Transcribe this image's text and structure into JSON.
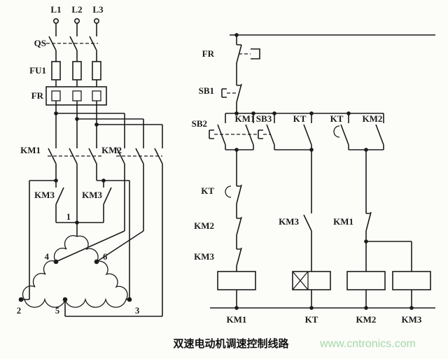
{
  "caption": "双速电动机调速控制线路",
  "watermark": "www.cntronics.com",
  "colors": {
    "line": "#1b1b1b",
    "watermark": "#a4d9aa",
    "background": "#fcfcf9"
  },
  "power_circuit": {
    "phase_l1": "L1",
    "phase_l2": "L2",
    "phase_l3": "L3",
    "isolator": "QS",
    "fuse": "FU1",
    "thermal_relay": "FR",
    "contactor_km1": "KM1",
    "contactor_km2": "KM2",
    "contactor_km3_a": "KM3",
    "contactor_km3_b": "KM3",
    "terminal_1": "1",
    "terminal_2": "2",
    "terminal_3": "3",
    "terminal_4": "4",
    "terminal_5": "5",
    "terminal_6": "6"
  },
  "control_circuit": {
    "thermal_contact": "FR",
    "stop_button": "SB1",
    "start_low_button": "SB2",
    "km1_seal_contact": "KM1",
    "start_high_button": "SB3",
    "kt_contact_a": "KT",
    "kt_contact_b": "KT",
    "km2_seal_contact": "KM2",
    "kt_delay_contact": "KT",
    "km2_interlock": "KM2",
    "km3_interlock": "KM3",
    "km3_contact": "KM3",
    "km1_interlock": "KM1",
    "km1_coil_label": "KM1",
    "kt_coil_label": "KT",
    "km2_coil_label": "KM2",
    "km3_coil_label": "KM3"
  }
}
